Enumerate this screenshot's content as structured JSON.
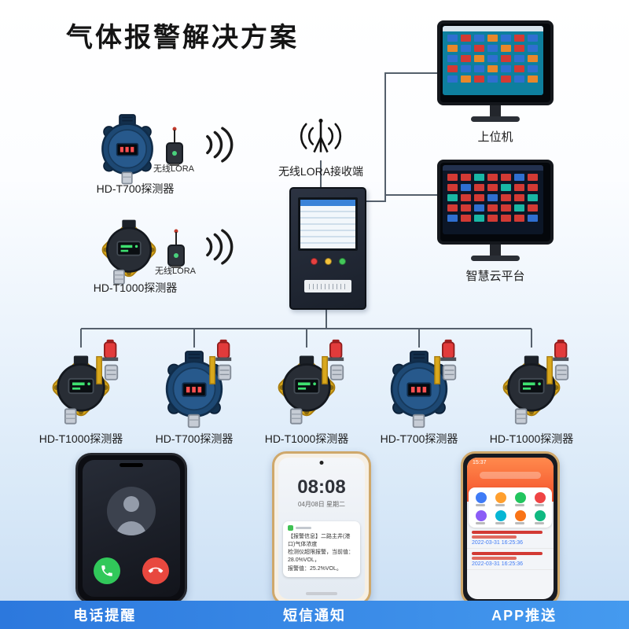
{
  "title": "气体报警解决方案",
  "colors": {
    "accent": "#2f80e4",
    "alarm_red": "#e23b3b",
    "bracket_yellow": "#d9a81c"
  },
  "receiver": {
    "label": "无线LORA接收端"
  },
  "monitors": {
    "host": {
      "label": "上位机"
    },
    "cloud": {
      "label": "智慧云平台"
    }
  },
  "left_detectors": [
    {
      "label": "HD-T700探测器",
      "module": "无线LORA"
    },
    {
      "label": "HD-T1000探测器",
      "module": "无线LORA"
    }
  ],
  "bottom_detectors": [
    {
      "label": "HD-T1000探测器"
    },
    {
      "label": "HD-T700探测器"
    },
    {
      "label": "HD-T1000探测器"
    },
    {
      "label": "HD-T700探测器"
    },
    {
      "label": "HD-T1000探测器"
    }
  ],
  "phones": {
    "sms": {
      "time": "08:08",
      "date": "04月08日 星期二",
      "message_lines": [
        "【报警信息】二路主井(港口)气体浓度",
        "检测仪超限报警，当前值：28.0%VOL，",
        "报警值：25.2%VOL。"
      ]
    },
    "app": {
      "status_time": "15:37",
      "records": [
        {
          "time": "2022-03-31 16:25:36"
        },
        {
          "time": "2022-03-31 16:25:36"
        }
      ]
    }
  },
  "footer": {
    "items": [
      "电话提醒",
      "短信通知",
      "APP推送"
    ]
  }
}
